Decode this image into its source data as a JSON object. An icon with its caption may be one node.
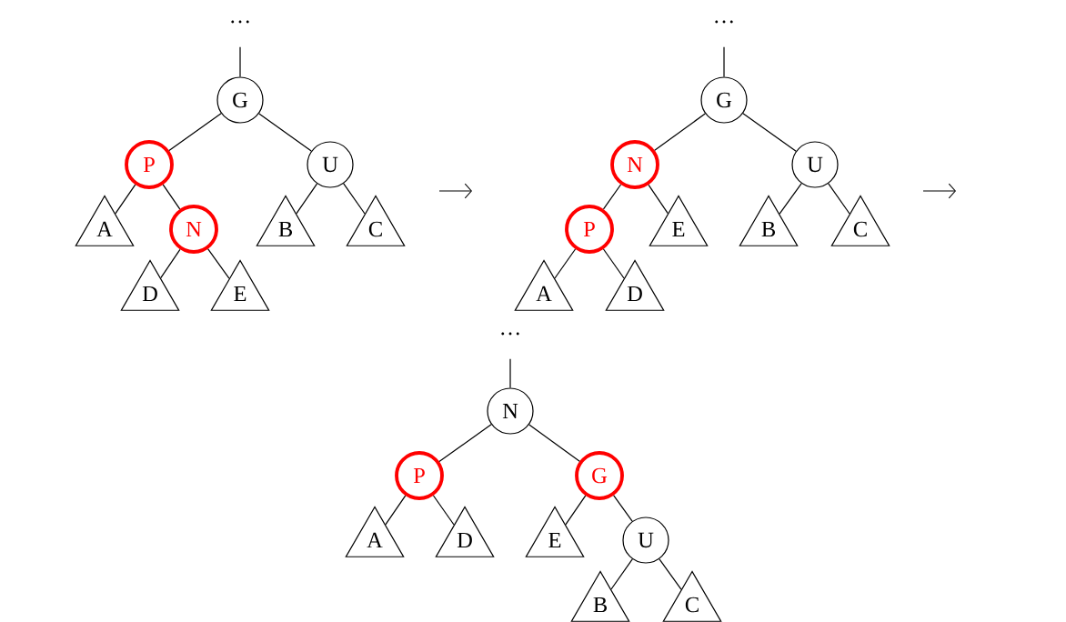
{
  "diagram": {
    "nodes": [
      {
        "text": [
          "…"
        ]
      },
      {
        "text": [
          "G"
        ]
      },
      {
        "text": [
          "P"
        ]
      },
      {
        "text": [
          "U"
        ]
      },
      {
        "text": [
          "A"
        ]
      },
      {
        "text": [
          "N"
        ]
      },
      {
        "text": [
          "B"
        ]
      },
      {
        "text": [
          "C"
        ]
      },
      {
        "text": [
          "D"
        ]
      },
      {
        "text": [
          "E"
        ]
      },
      {
        "text": [
          "…"
        ]
      },
      {
        "text": [
          "G"
        ]
      },
      {
        "text": [
          "N"
        ]
      },
      {
        "text": [
          "U"
        ]
      },
      {
        "text": [
          "P"
        ]
      },
      {
        "text": [
          "E"
        ]
      },
      {
        "text": [
          "B"
        ]
      },
      {
        "text": [
          "C"
        ]
      },
      {
        "text": [
          "A"
        ]
      },
      {
        "text": [
          "D"
        ]
      },
      {
        "text": [
          "…"
        ]
      },
      {
        "text": [
          "N"
        ]
      },
      {
        "text": [
          "P"
        ]
      },
      {
        "text": [
          "G"
        ]
      },
      {
        "text": [
          "A"
        ]
      },
      {
        "text": [
          "D"
        ]
      },
      {
        "text": [
          "E"
        ]
      },
      {
        "text": [
          "U"
        ]
      },
      {
        "text": [
          "B"
        ]
      },
      {
        "text": [
          "C"
        ]
      }
    ],
    "edges": [
      {
        "from": 0,
        "to": 1,
        "arrow": "none"
      },
      {
        "from": 1,
        "to": 2,
        "arrow": "none"
      },
      {
        "from": 1,
        "to": 3,
        "arrow": "none"
      },
      {
        "from": 2,
        "to": 4,
        "arrow": "none"
      },
      {
        "from": 2,
        "to": 5,
        "arrow": "none"
      },
      {
        "from": 3,
        "to": 6,
        "arrow": "none"
      },
      {
        "from": 3,
        "to": 7,
        "arrow": "none"
      },
      {
        "from": 5,
        "to": 8,
        "arrow": "none"
      },
      {
        "from": 5,
        "to": 9,
        "arrow": "none"
      },
      {
        "from": 10,
        "to": 11,
        "arrow": "none"
      },
      {
        "from": 11,
        "to": 12,
        "arrow": "none"
      },
      {
        "from": 11,
        "to": 13,
        "arrow": "none"
      },
      {
        "from": 12,
        "to": 14,
        "arrow": "none"
      },
      {
        "from": 12,
        "to": 15,
        "arrow": "none"
      },
      {
        "from": 13,
        "to": 16,
        "arrow": "none"
      },
      {
        "from": 13,
        "to": 17,
        "arrow": "none"
      },
      {
        "from": 14,
        "to": 18,
        "arrow": "none"
      },
      {
        "from": 14,
        "to": 19,
        "arrow": "none"
      },
      {
        "from": 20,
        "to": 21,
        "arrow": "none"
      },
      {
        "from": 21,
        "to": 22,
        "arrow": "none"
      },
      {
        "from": 21,
        "to": 23,
        "arrow": "none"
      },
      {
        "from": 22,
        "to": 24,
        "arrow": "none"
      },
      {
        "from": 22,
        "to": 25,
        "arrow": "none"
      },
      {
        "from": 23,
        "to": 26,
        "arrow": "none"
      },
      {
        "from": 23,
        "to": 27,
        "arrow": "none"
      },
      {
        "from": 27,
        "to": 28,
        "arrow": "none"
      },
      {
        "from": 27,
        "to": 29,
        "arrow": "none"
      }
    ]
  }
}
